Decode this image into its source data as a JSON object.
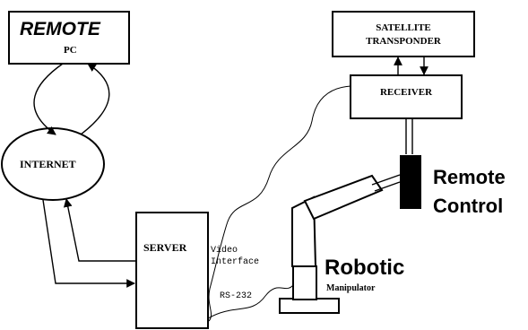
{
  "remote_pc": {
    "title": "REMOTE",
    "subtitle": "PC"
  },
  "internet": {
    "label": "INTERNET"
  },
  "server": {
    "label": "SERVER"
  },
  "satellite": {
    "line1": "SATELLITE",
    "line2": "TRANSPONDER"
  },
  "receiver": {
    "label": "RECEIVER"
  },
  "remote_control": {
    "line1": "Remote",
    "line2": "Control"
  },
  "robotic": {
    "title": "Robotic",
    "subtitle": "Manipulator"
  },
  "video_interface": {
    "line1": "Video",
    "line2": "Interface"
  },
  "serial_link": {
    "label": "RS-232"
  }
}
